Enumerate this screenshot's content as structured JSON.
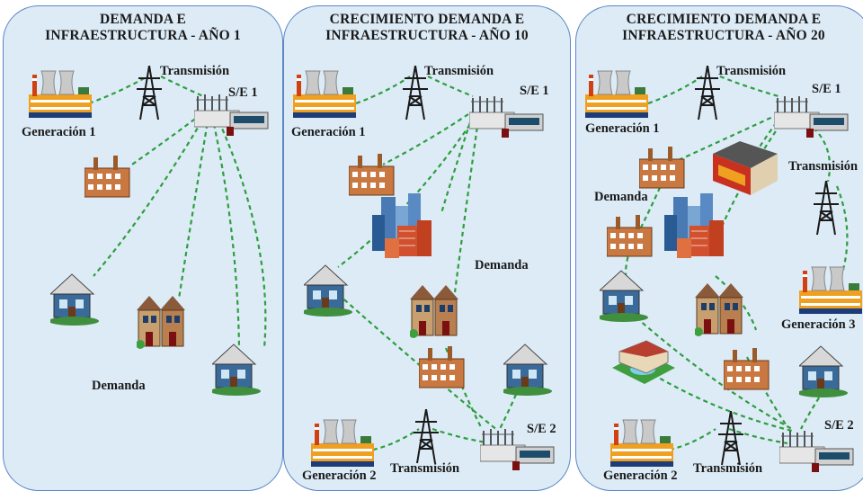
{
  "panels": [
    {
      "title": "DEMANDA E\nINFRAESTRUCTURA - AÑO 1",
      "labels": {
        "generation": "Generación 1",
        "transmission": "Transmisión",
        "substation": "S/E 1",
        "demand": "Demanda"
      }
    },
    {
      "title": "CRECIMIENTO DEMANDA E\nINFRAESTRUCTURA - AÑO 10",
      "labels": {
        "generation1": "Generación 1",
        "transmission1": "Transmisión",
        "substation1": "S/E 1",
        "demand": "Demanda",
        "generation2": "Generación 2",
        "transmission2": "Transmisión",
        "substation2": "S/E 2"
      }
    },
    {
      "title": "CRECIMIENTO DEMANDA E\nINFRAESTRUCTURA - AÑO 20",
      "labels": {
        "generation1": "Generación 1",
        "transmission1": "Transmisión",
        "substation1": "S/E 1",
        "demand": "Demanda",
        "transmission3": "Transmisión",
        "generation3": "Generación 3",
        "generation2": "Generación 2",
        "transmission2": "Transmisión",
        "substation2": "S/E 2"
      }
    }
  ],
  "colors": {
    "panel_fill": "#dcebf6",
    "panel_border": "#5b86c4",
    "line": "#2e9e3e"
  },
  "icons": [
    "power-plant-icon",
    "transmission-tower-icon",
    "substation-icon",
    "factory-icon",
    "house-icon",
    "townhouse-icon",
    "city-buildings-icon",
    "commercial-building-icon",
    "pool-house-icon"
  ]
}
